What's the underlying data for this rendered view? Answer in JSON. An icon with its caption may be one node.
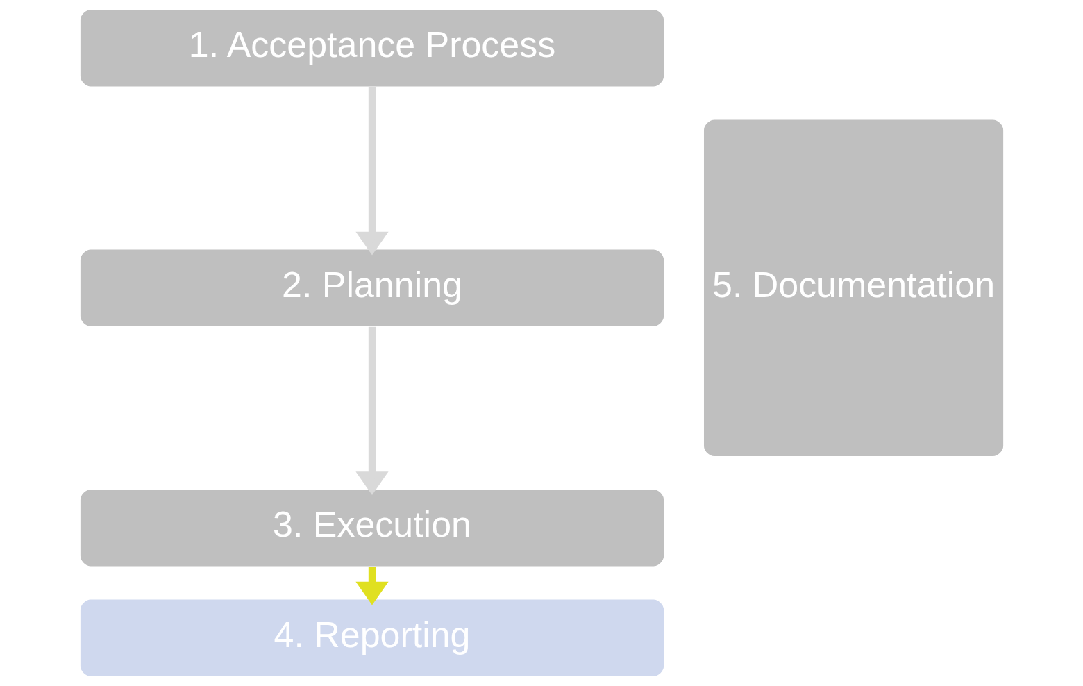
{
  "diagram": {
    "nodes": [
      {
        "text": [
          "1. Acceptance Process"
        ]
      },
      {
        "text": [
          "2. Planning"
        ]
      },
      {
        "text": [
          "3. Execution"
        ]
      },
      {
        "text": [
          "4. Reporting"
        ]
      },
      {
        "text": [
          "5. Documentation"
        ]
      }
    ],
    "edges": [
      {
        "from": 0,
        "to": 1,
        "arrow": "to"
      },
      {
        "from": 1,
        "to": 2,
        "arrow": "to"
      },
      {
        "from": 2,
        "to": 3,
        "arrow": "to",
        "color": "#e0e020"
      }
    ]
  }
}
